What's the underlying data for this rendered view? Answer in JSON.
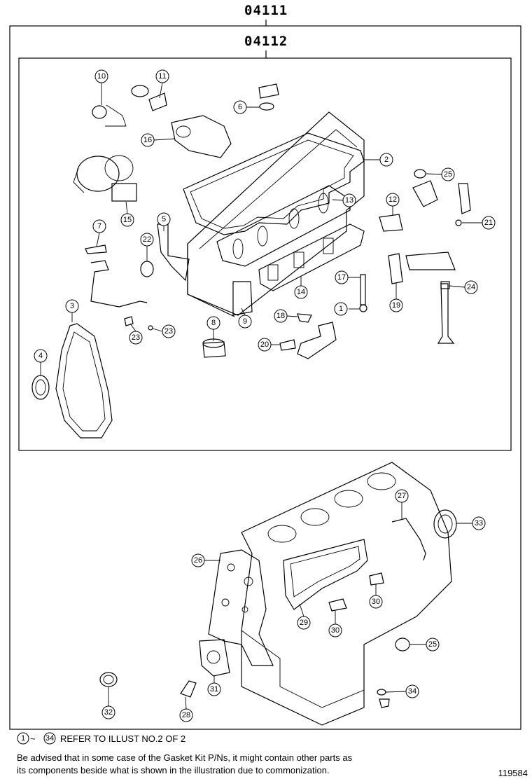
{
  "header": {
    "outer_kit_number": "04111",
    "inner_kit_number": "04112"
  },
  "callouts": {
    "c2": "2",
    "c3": "3",
    "c4": "4",
    "c5": "5",
    "c6": "6",
    "c7": "7",
    "c8": "8",
    "c9": "9",
    "c10": "10",
    "c11": "11",
    "c12": "12",
    "c13": "13",
    "c14": "14",
    "c15": "15",
    "c16": "16",
    "c17": "17",
    "c18": "18",
    "c19": "19",
    "c20": "20",
    "c21": "21",
    "c22": "22",
    "c23a": "23",
    "c23b": "23",
    "c24": "24",
    "c25a": "25",
    "c25b": "25",
    "c26": "26",
    "c27": "27",
    "c28": "28",
    "c29": "29",
    "c30a": "30",
    "c30b": "30",
    "c31": "31",
    "c32": "32",
    "c33": "33",
    "c34": "34",
    "c1": "1"
  },
  "footer": {
    "refer_start": "1",
    "refer_end": "34",
    "refer_text": "REFER TO ILLUST NO.2 OF 2",
    "advice_line1": "Be advised that in some case of the Gasket Kit P/Ns,  it might contain other parts as",
    "advice_line2": "its components beside what is shown in the illustration due to commonization.",
    "illustration_id": "119584"
  }
}
